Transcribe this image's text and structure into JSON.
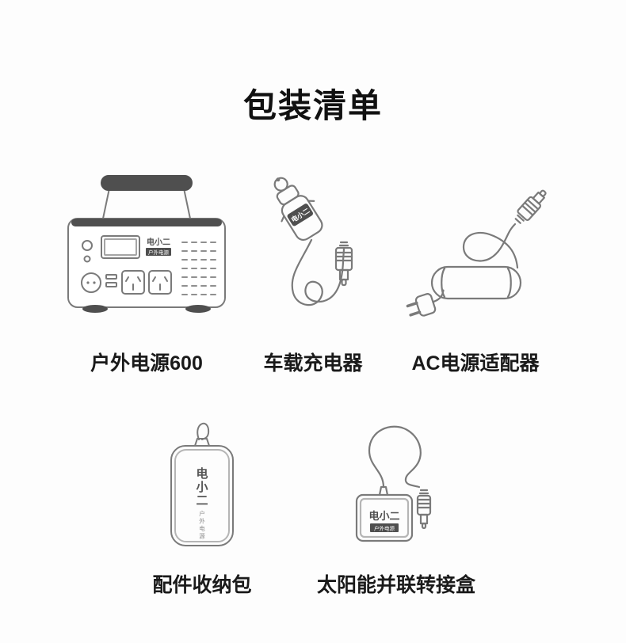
{
  "page": {
    "title": "包装清单"
  },
  "brand": {
    "name": "电小二",
    "sub": "户外电源"
  },
  "items": [
    {
      "id": "power-station",
      "label": "户外电源600"
    },
    {
      "id": "car-charger",
      "label": "车载充电器"
    },
    {
      "id": "ac-adapter",
      "label": "AC电源适配器"
    },
    {
      "id": "storage-bag",
      "label": "配件收纳包"
    },
    {
      "id": "solar-adapter",
      "label": "太阳能并联转接盒"
    }
  ]
}
